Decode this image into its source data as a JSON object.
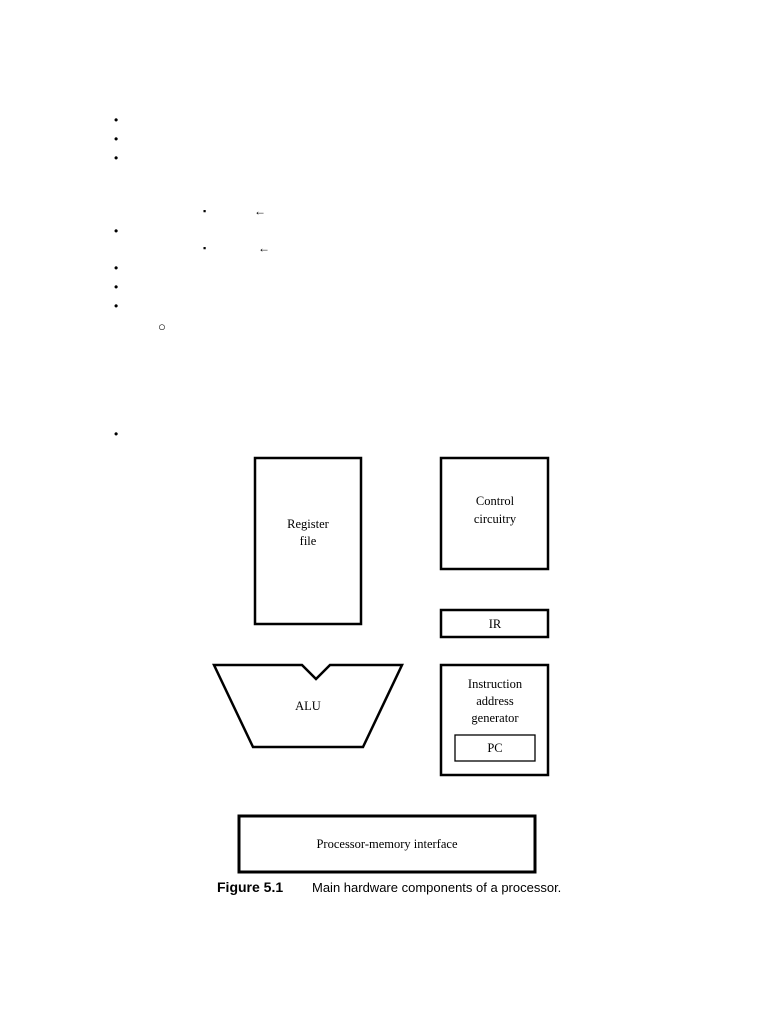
{
  "glyphs": {
    "bullet": "•",
    "square": "▪",
    "circle": "○",
    "arrow": "←"
  },
  "figure": {
    "register_file": [
      "Register",
      "file"
    ],
    "control_circuitry": [
      "Control",
      "circuitry"
    ],
    "ir": "IR",
    "alu": "ALU",
    "instruction_address_generator": [
      "Instruction",
      "address",
      "generator"
    ],
    "pc": "PC",
    "processor_memory_interface": "Processor-memory interface",
    "caption_number": "Figure 5.1",
    "caption_text": "Main hardware components of a processor."
  }
}
